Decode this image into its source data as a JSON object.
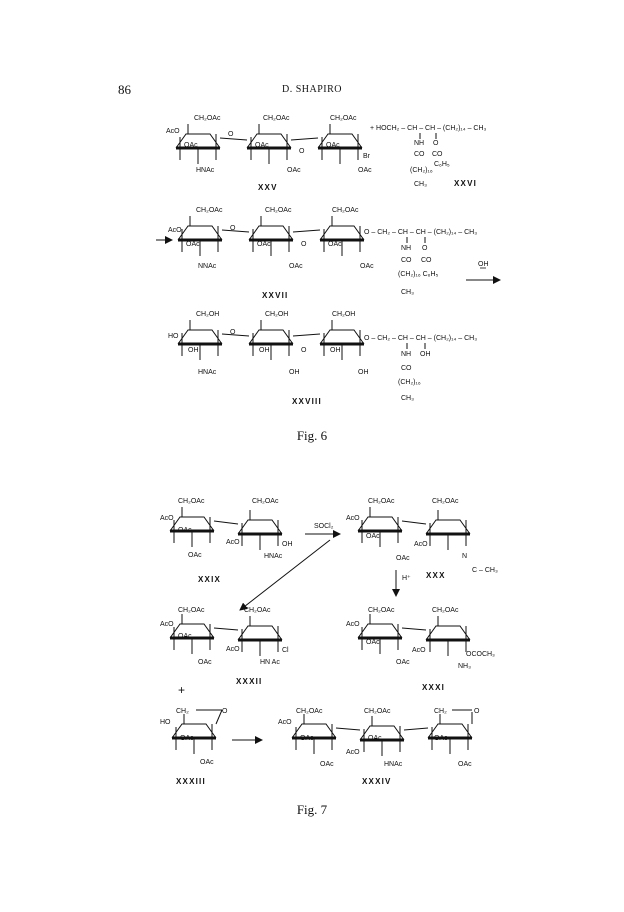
{
  "header": {
    "page_number": "86",
    "running_head": "D. SHAPIRO"
  },
  "fig6": {
    "caption": "Fig. 6",
    "row1": {
      "r1": {
        "ring_ch2": "CH₂OAc",
        "ac_left": "AcO",
        "oac_in": "OAc",
        "bottom": "HNAc"
      },
      "link_o": "O",
      "r2": {
        "ring_ch2": "CH₂OAc",
        "oac_in": "OAc",
        "bottom": "OAc"
      },
      "r3": {
        "ring_ch2": "CH₂OAc",
        "oac_in": "OAc",
        "bottom": "OAc",
        "br": "Br"
      },
      "plus_reagent": "+ HOCH₂ – CH – CH – (CH₂)₁₄ – CH₃",
      "nh": "NH",
      "o": "O",
      "co": "CO",
      "co2": "CO",
      "c6h5": "C₆H₅",
      "ch2_16": "(CH₂)₁₆",
      "ch3": "CH₃",
      "compound_a": "XXV",
      "compound_b": "XXVI"
    },
    "row2": {
      "r1": {
        "ring_ch2": "CH₂OAc",
        "ac_left": "AcO",
        "oac_in": "OAc",
        "bottom": "NNAc"
      },
      "r2": {
        "ring_ch2": "CH₂OAc",
        "oac_in": "OAc",
        "bottom": "OAc"
      },
      "r3": {
        "ring_ch2": "CH₂OAc",
        "oac_in": "OAc",
        "bottom": "OAc"
      },
      "chain": "O – CH₂ – CH – CH – (CH₂)₁₄ – CH₃",
      "nh": "NH",
      "o": "O",
      "co": "CO",
      "co2": "CO",
      "ch2_16": "(CH₂)₁₆ C₆H₅",
      "ch3": "CH₃",
      "reagent": "OH",
      "compound": "XXVII"
    },
    "row3": {
      "r1": {
        "ring_ch2": "CH₂OH",
        "ac_left": "HO",
        "oac_in": "OH",
        "bottom": "HNAc"
      },
      "r2": {
        "ring_ch2": "CH₂OH",
        "oac_in": "OH",
        "bottom": "OH"
      },
      "r3": {
        "ring_ch2": "CH₂OH",
        "oac_in": "OH",
        "bottom": "OH"
      },
      "chain": "O – CH₂ – CH – CH – (CH₂)₁₄ – CH₃",
      "nh": "NH",
      "oh": "OH",
      "co": "CO",
      "ch2_16": "(CH₂)₁₆",
      "ch3": "CH₃",
      "compound": "XXVIII"
    }
  },
  "fig7": {
    "caption": "Fig. 7",
    "xxix": {
      "ch2a": "CH₂OAc",
      "ch2b": "CH₂OAc",
      "aco": "AcO",
      "oac_in": "OAc",
      "oac_b": "OAc",
      "aco2": "AcO",
      "oh": "OH",
      "hnac": "HNAc",
      "compound": "XXIX"
    },
    "reagent_socl2": "SOCl₂",
    "xxx": {
      "ch2a": "CH₂OAc",
      "ch2b": "CH₂OAc",
      "aco": "AcO",
      "oac_in": "OAc",
      "oac_b": "OAc",
      "aco2": "AcO",
      "n": "N",
      "c_ch3": "C – CH₃",
      "compound": "XXX"
    },
    "reagent_h": "H⁺",
    "xxxii": {
      "ch2a": "CH₂OAc",
      "ch2b": "CH₂OAc",
      "aco": "AcO",
      "oac_in": "OAc",
      "oac_b": "OAc",
      "aco2": "AcO",
      "cl": "Cl",
      "hnac": "HN Ac",
      "compound": "XXXII"
    },
    "xxxi": {
      "ch2a": "CH₂OAc",
      "ch2b": "CH₂OAc",
      "aco": "AcO",
      "oac_in": "OAc",
      "oac_b": "OAc",
      "aco2": "AcO",
      "ococh3": "OCOCH₃",
      "nh3": "NH₃",
      "compound": "XXXI"
    },
    "plus": "+",
    "xxxiii": {
      "ch2": "CH₂",
      "o": "O",
      "ho": "HO",
      "oac_in": "OAc",
      "oac_b": "OAc",
      "compound": "XXXIII"
    },
    "xxxiv": {
      "ch2a": "CH₂OAc",
      "ch2b": "CH₂OAc",
      "ch2c": "CH₂",
      "o_top": "O",
      "aco": "AcO",
      "oac_in": "OAc",
      "oac_in2": "OAc",
      "oac_b": "OAc",
      "aco2": "AcO",
      "hnac": "HNAc",
      "oac_in3": "OAc",
      "oac_b3": "OAc",
      "compound": "XXXIV"
    }
  }
}
